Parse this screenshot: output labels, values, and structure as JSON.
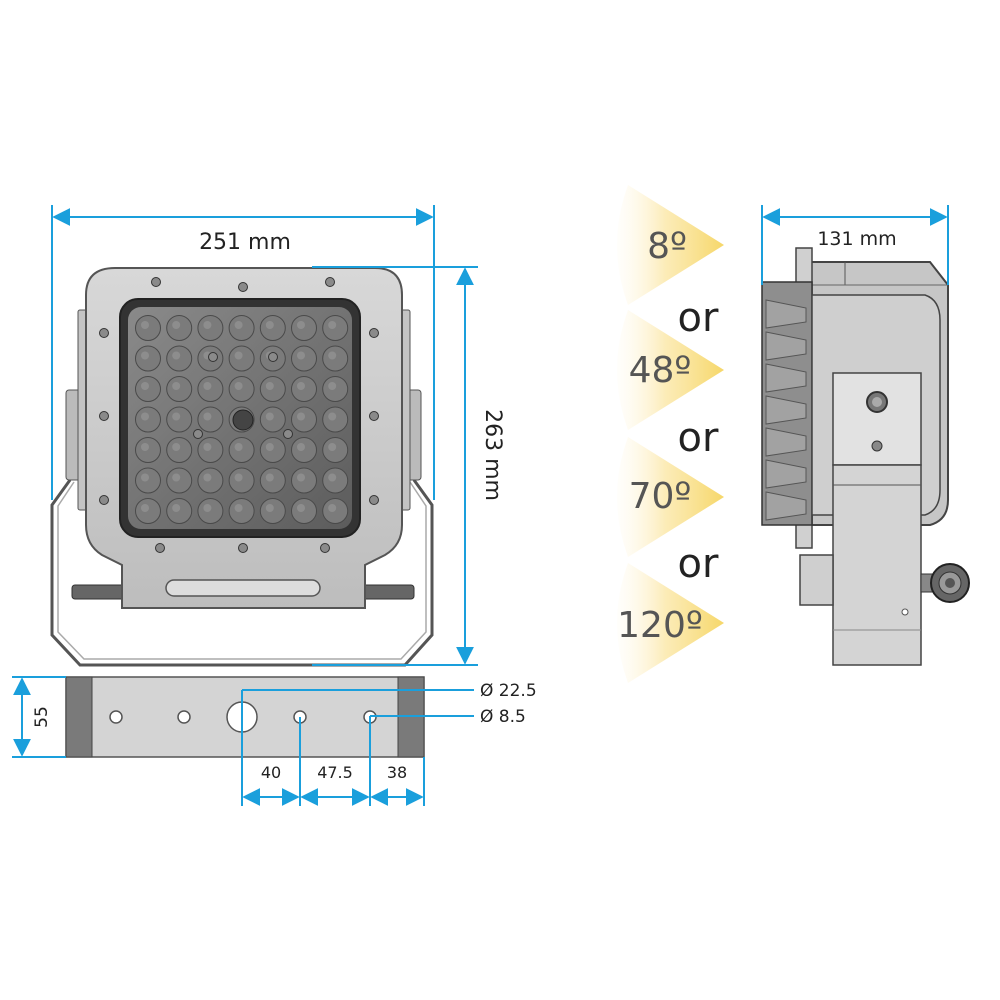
{
  "front_view": {
    "width_label": "251 mm",
    "height_label": "263 mm"
  },
  "side_view": {
    "depth_label": "131 mm"
  },
  "beam_angles": {
    "options": [
      "8º",
      "48º",
      "70º",
      "120º"
    ],
    "separator": "or"
  },
  "bracket": {
    "height_label": "55",
    "spacing_labels": [
      "40",
      "47.5",
      "38"
    ],
    "large_hole_label": "Ø 22.5",
    "small_hole_label": "Ø 8.5"
  },
  "colors": {
    "dimension": "#1a9fdc",
    "housing": "#c8c8c8",
    "outline": "#444444",
    "lens_dark": "#5a5a5a",
    "beam_glow": "#fbe49a"
  }
}
